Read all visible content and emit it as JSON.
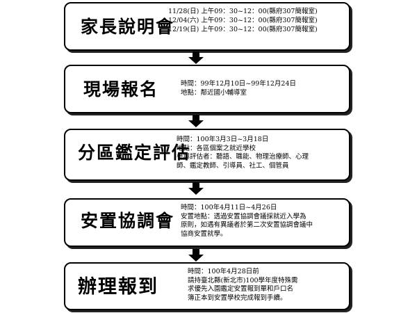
{
  "steps": [
    {
      "title": "家長說明會",
      "lines": [
        "11/28(日) 上午09：30~12：00(縣府307簡報室)",
        "12/04(六) 上午09：30~12：00(縣府307簡報室)",
        "12/19(日) 上午09：30~12：00(縣府307簡報室)"
      ]
    },
    {
      "title": "現場報名",
      "lines": [
        "時間：99年12月10日~99年12月24日",
        "地點：鄰近國小輔導室"
      ]
    },
    {
      "title": "分區鑑定評估",
      "lines": [
        "時間：100年3月3日~3月18日",
        "地點：各區個案之就近學校",
        "參與評估者：聽語、職能、物理治療師、心理",
        "師、鑑定教師、引導員、社工、個管員"
      ]
    },
    {
      "title": "安置協調會",
      "lines": [
        "時間：100年4月11日~4月26日",
        "安置地點：透過安置協調會議採就近入學為",
        "原則，如遇有異議者於第二次安置協調會議中",
        "協商安置就學。"
      ]
    },
    {
      "title": "辦理報到",
      "lines": [
        "時間：100年4月28日前",
        "請持臺北縣(新北市)100學年度特殊需",
        "求優先入園鑑定安置報到單和戶口名",
        "簿正本到安置學校完成報到手續。"
      ]
    }
  ],
  "colors": {
    "border": "#000000",
    "arrow": "#000000"
  }
}
